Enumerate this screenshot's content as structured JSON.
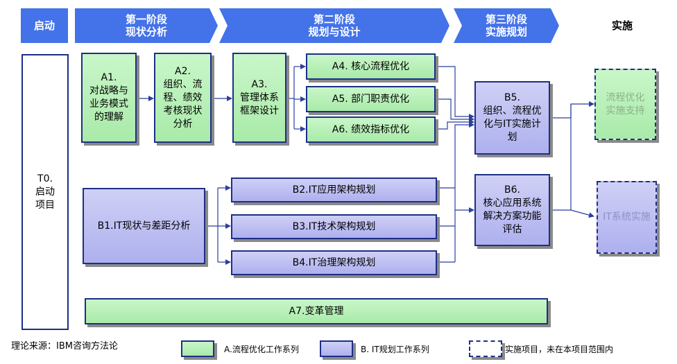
{
  "phases": {
    "kickoff": "启动",
    "phase1_title": "第一阶段",
    "phase1_sub": "现状分析",
    "phase2_title": "第二阶段",
    "phase2_sub": "规划与设计",
    "phase3_title": "第三阶段",
    "phase3_sub": "实施规划",
    "implementation": "实施"
  },
  "nodes": {
    "t0": "T0.\n启动\n项目",
    "a1": "A1.\n对战略与\n业务模式\n的理解",
    "a2": "A2.\n组织、流\n程、绩效\n考核现状\n分析",
    "a3": "A3.\n管理体系\n框架设计",
    "a4": "A4. 核心流程优化",
    "a5": "A5. 部门职责优化",
    "a6": "A6. 绩效指标优化",
    "b5": "B5.\n组织、流程优\n化与IT实施计\n划",
    "b1": "B1.IT现状与差距分析",
    "b2": "B2.IT应用架构规划",
    "b3": "B3.IT技术架构规划",
    "b4": "B4.IT治理架构规划",
    "b6": "B6.\n核心应用系统\n解决方案功能\n评估",
    "impl1": "流程优化\n实施支持",
    "impl2": "IT系统实施",
    "a7": "A7.变革管理"
  },
  "legend": {
    "source": "理论来源：IBM咨询方法论",
    "green_label": "A.流程优化工作系列",
    "blue_label": "B. IT规划工作系列",
    "dashed_label": "实施项目，未在本项目范围内"
  },
  "colors": {
    "phase_blue": "#4472e8",
    "node_green": "#b5efb5",
    "node_blue": "#bcbdf2",
    "border": "#1c2f86",
    "impl_text_green": "#8ab08a"
  }
}
